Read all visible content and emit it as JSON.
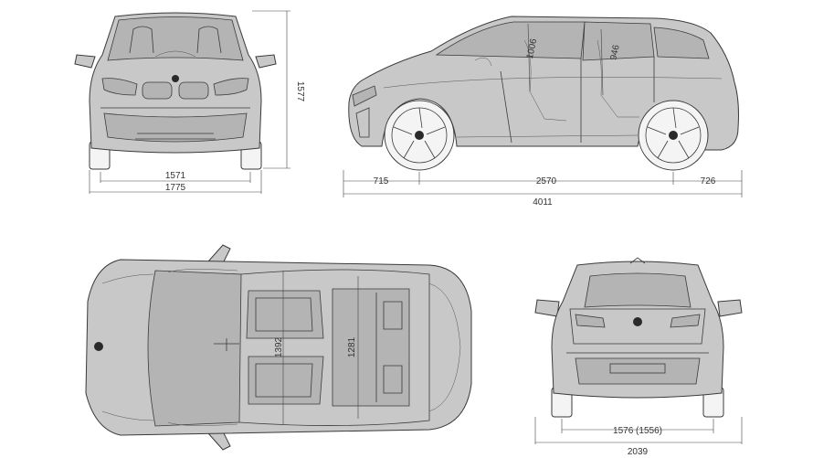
{
  "colors": {
    "body": "#c8c8c8",
    "glass": "#b4b4b4",
    "line": "#3a3a3a",
    "dimension": "#444444"
  },
  "front_view": {
    "track_width": "1571",
    "overall_width": "1775",
    "overall_height": "1577"
  },
  "side_view": {
    "front_overhang": "715",
    "wheelbase": "2570",
    "rear_overhang": "726",
    "overall_length": "4011",
    "front_headroom": "1006",
    "rear_headroom": "946"
  },
  "top_view": {
    "front_shoulder_width": "1392",
    "rear_shoulder_width": "1281"
  },
  "rear_view": {
    "rear_track_width": "1576 (1556)",
    "width_with_mirrors": "2039"
  }
}
